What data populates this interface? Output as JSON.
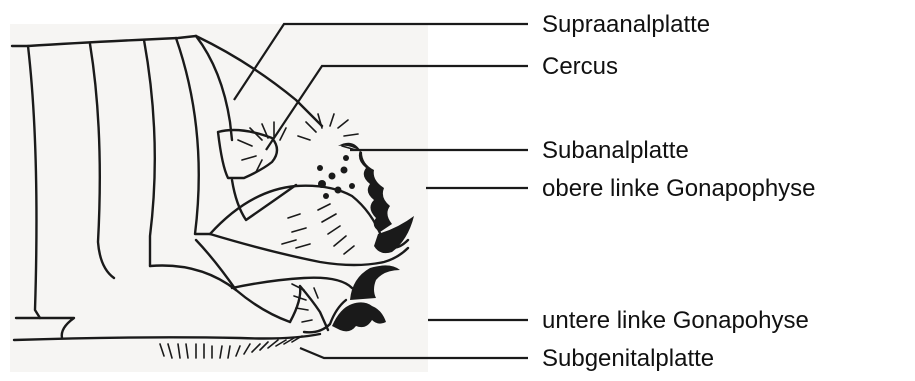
{
  "labels": [
    {
      "id": "supraanalplatte",
      "text": "Supraanalplatte"
    },
    {
      "id": "cercus",
      "text": "Cercus"
    },
    {
      "id": "subanalplatte",
      "text": "Subanalplatte"
    },
    {
      "id": "obere-gonapophyse",
      "text": "obere linke Gonapophyse"
    },
    {
      "id": "untere-gonapophyse",
      "text": "untere linke Gonapohyse"
    },
    {
      "id": "subgenitalplatte",
      "text": "Subgenitalplatte"
    }
  ],
  "colors": {
    "background": "#ffffff",
    "drawing_paper": "#f6f5f3",
    "ink": "#1a1a1a",
    "text": "#111111"
  }
}
